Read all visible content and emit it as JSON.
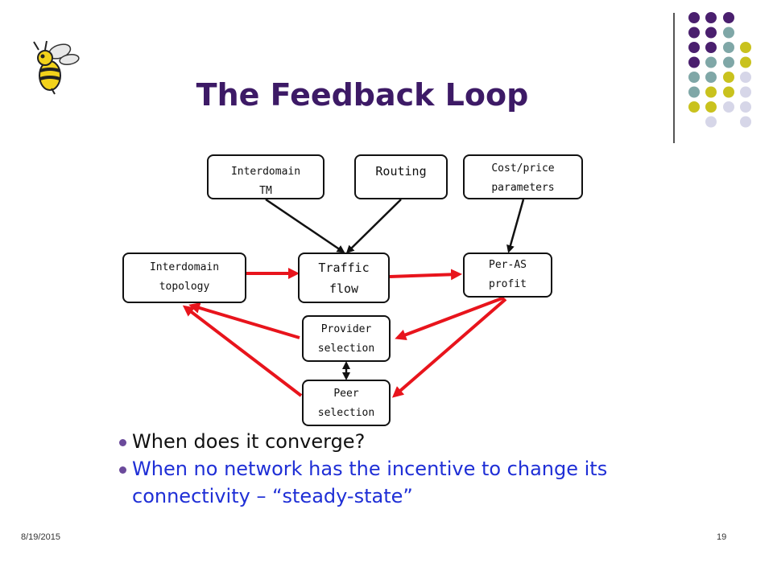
{
  "slide": {
    "title": "The Feedback Loop",
    "footer_date": "8/19/2015",
    "page_number": "19"
  },
  "diagram": {
    "nodes": {
      "interdomain_tm": [
        "Interdomain",
        "TM"
      ],
      "routing": [
        "Routing"
      ],
      "cost_price": [
        "Cost/price",
        "parameters"
      ],
      "interdomain_topology": [
        "Interdomain",
        "topology"
      ],
      "traffic_flow": [
        "Traffic",
        "flow"
      ],
      "per_as_profit": [
        "Per-AS",
        "profit"
      ],
      "provider_selection": [
        "Provider",
        "selection"
      ],
      "peer_selection": [
        "Peer",
        "selection"
      ]
    }
  },
  "bullets": [
    "When does it converge?",
    "When no network has the incentive to change its connectivity – “steady-state”"
  ],
  "colors": {
    "title": "#3d1a66",
    "arrow_red": "#e8141c",
    "arrow_black": "#111111",
    "bullet_blue": "#1f2fd6",
    "dot_purple": "#4a1f6e",
    "dot_teal": "#7fa7a7",
    "dot_yellow": "#c9c21e",
    "dot_lavender": "#d6d6e8"
  },
  "icons": [
    "yellow-jacket-logo"
  ]
}
